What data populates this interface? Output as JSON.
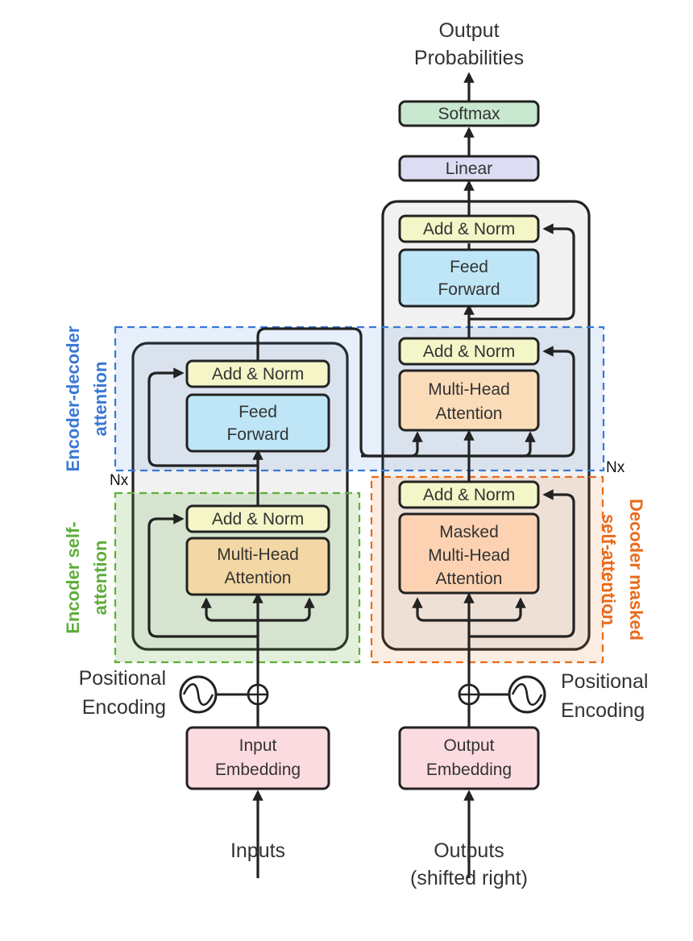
{
  "io": {
    "output_line1": "Output",
    "output_line2": "Probabilities",
    "inputs": "Inputs",
    "outputs_line1": "Outputs",
    "outputs_line2": "(shifted right)"
  },
  "decoder_head": {
    "softmax": "Softmax",
    "linear": "Linear"
  },
  "decoder": {
    "top_addnorm": "Add & Norm",
    "ff_line1": "Feed",
    "ff_line2": "Forward",
    "mid_addnorm": "Add & Norm",
    "mha_line1": "Multi-Head",
    "mha_line2": "Attention",
    "low_addnorm": "Add & Norm",
    "masked_line1": "Masked",
    "masked_line2": "Multi-Head",
    "masked_line3": "Attention",
    "embedding_line1": "Output",
    "embedding_line2": "Embedding",
    "posenc_line1": "Positional",
    "posenc_line2": "Encoding",
    "nx": "Nx"
  },
  "encoder": {
    "top_addnorm": "Add & Norm",
    "ff_line1": "Feed",
    "ff_line2": "Forward",
    "low_addnorm": "Add & Norm",
    "mha_line1": "Multi-Head",
    "mha_line2": "Attention",
    "embedding_line1": "Input",
    "embedding_line2": "Embedding",
    "posenc_line1": "Positional",
    "posenc_line2": "Encoding",
    "nx": "Nx"
  },
  "regions": {
    "enc_dec_line1": "Encoder-decoder",
    "enc_dec_line2": "attention",
    "enc_self_line1": "Encoder self-",
    "enc_self_line2": "attention",
    "dec_masked_line1": "Decoder masked",
    "dec_masked_line2": "self-attention"
  },
  "colors": {
    "add_norm": "#f4f6c8",
    "feed_forward": "#bfe6f6",
    "attention": "#fbdcb9",
    "masked_attention": "#fcd2b2",
    "embedding": "#fcdbe0",
    "softmax": "#c8e8cf",
    "linear": "#dcdcf2",
    "blue_region": "#3a78d6",
    "green_region": "#5eae3a",
    "orange_region": "#e86b1c"
  }
}
